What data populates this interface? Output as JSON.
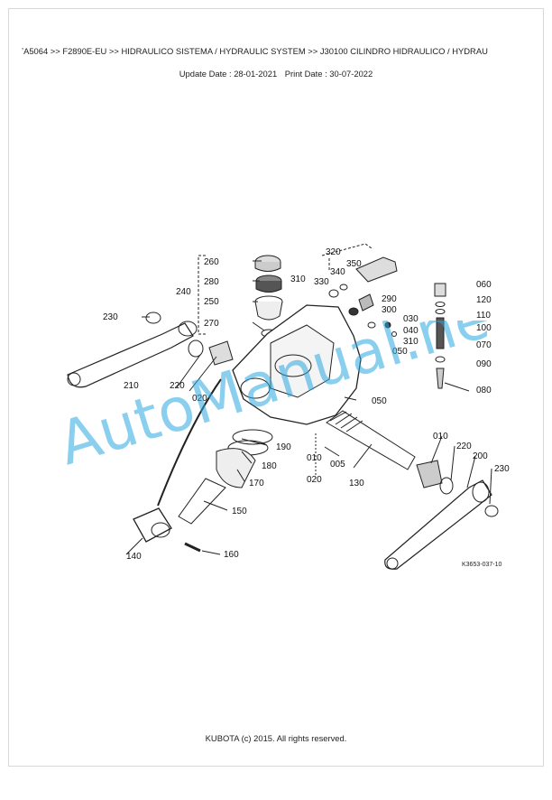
{
  "header": {
    "breadcrumb": "ʼA5064 >> F2890E-EU >> HIDRAULICO SISTEMA / HYDRAULIC SYSTEM >> J30100   CILINDRO HIDRAULICO / HYDRAU",
    "update_date": "Update Date : 28-01-2021",
    "print_date": "Print Date : 30-07-2022"
  },
  "diagram": {
    "figure_code": "K3653-037-10",
    "part_labels": {
      "p320": "320",
      "p260": "260",
      "p350": "350",
      "p340": "340",
      "p310a": "310",
      "p330": "330",
      "p280": "280",
      "p240": "240",
      "p250": "250",
      "p290": "290",
      "p300": "300",
      "p270": "270",
      "p030": "030",
      "p040": "040",
      "p310b": "310",
      "p050a": "050",
      "p230a": "230",
      "p060": "060",
      "p120": "120",
      "p110": "110",
      "p100": "100",
      "p070": "070",
      "p090": "090",
      "p080": "080",
      "p210": "210",
      "p220a": "220",
      "p020a": "020",
      "p050b": "050",
      "p190": "190",
      "p180": "180",
      "p170": "170",
      "p010a": "010",
      "p005": "005",
      "p020b": "020",
      "p130": "130",
      "p010b": "010",
      "p220b": "220",
      "p200": "200",
      "p230b": "230",
      "p150": "150",
      "p140": "140",
      "p160": "160"
    }
  },
  "watermark": "AutoManual.net",
  "footer": {
    "copyright": "KUBOTA (c) 2015. All rights reserved."
  }
}
